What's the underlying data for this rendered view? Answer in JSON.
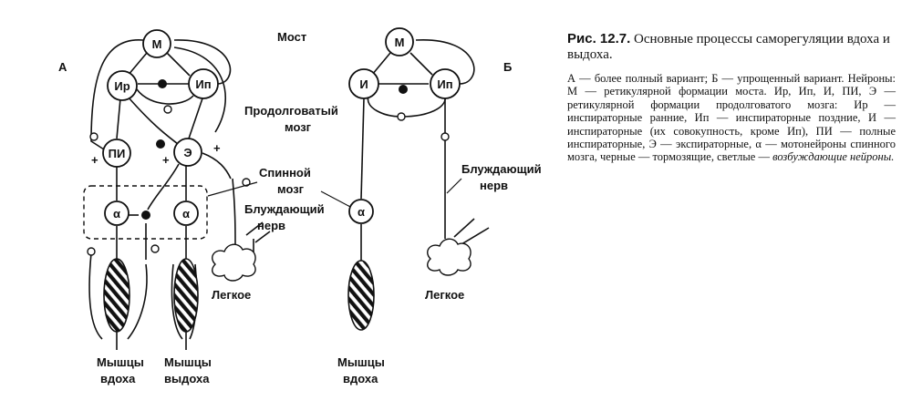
{
  "figure": {
    "panel_a": "А",
    "panel_b": "Б",
    "labels": {
      "most": "Мост",
      "prodolg_1": "Продолговатый",
      "prodolg_2": "мозг",
      "spinnoy_1": "Спинной",
      "spinnoy_2": "мозг",
      "vagus_a_1": "Блуждающий",
      "vagus_a_2": "нерв",
      "vagus_b_1": "Блуждающий",
      "vagus_b_2": "нерв",
      "lung_a": "Легкое",
      "lung_b": "Легкое",
      "musc_insp_a_1": "Мышцы",
      "musc_insp_a_2": "вдоха",
      "musc_exp_a_1": "Мышцы",
      "musc_exp_a_2": "выдоха",
      "musc_insp_b_1": "Мышцы",
      "musc_insp_b_2": "вдоха"
    },
    "neurons_a": {
      "m": "М",
      "ir": "Ир",
      "ip": "Ип",
      "pi": "ПИ",
      "e": "Э",
      "alpha1": "α",
      "alpha2": "α"
    },
    "neurons_b": {
      "m": "М",
      "i": "И",
      "ip": "Ип",
      "alpha": "α"
    },
    "signs": {
      "plus1": "+",
      "plus2": "+",
      "plus3": "+"
    }
  },
  "caption": {
    "title_bold": "Рис. 12.7.",
    "title_rest": " Основные процессы саморегуляции вдоха и выдоха.",
    "body_1": "А — более полный вариант; Б — упрощенный вариант. Нейроны: М — ретикулярной формации моста. Ир, Ип, И, ПИ, Э — ретикулярной формации продолговатого мозга: Ир — инспираторные ранние, Ип — инспираторные поздние, И — инспираторные (их совокупность, кроме Ип), ПИ — полные инспираторные, Э — экспираторные, α — мотонейроны спинного мозга, черные — тормозящие, светлые — ",
    "body_2": "возбуждающие нейроны."
  }
}
